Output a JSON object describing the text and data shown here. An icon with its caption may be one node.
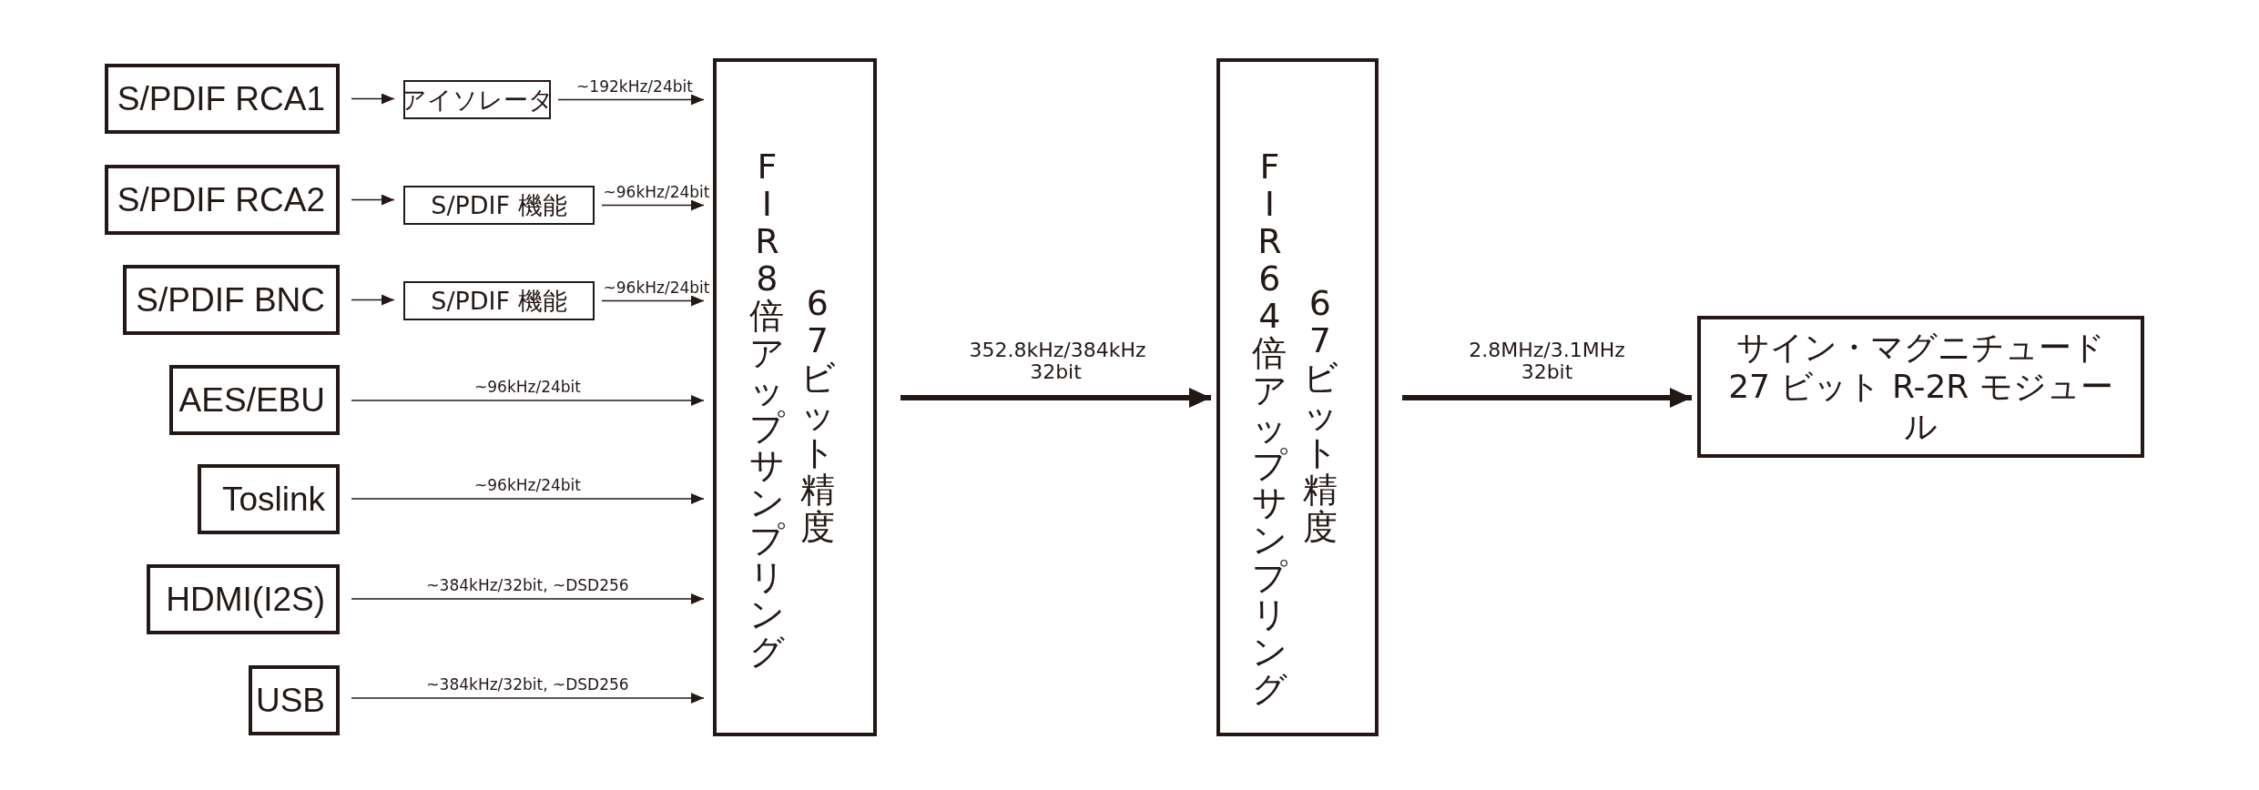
{
  "diagram": {
    "nodes": [
      {
        "text": [
          "S/PDIF RCA1"
        ]
      },
      {
        "text": [
          "S/PDIF RCA2"
        ]
      },
      {
        "text": [
          "S/PDIF BNC"
        ]
      },
      {
        "text": [
          "AES/EBU"
        ]
      },
      {
        "text": [
          "Toslink"
        ]
      },
      {
        "text": [
          "HDMI(I2S)"
        ]
      },
      {
        "text": [
          "USB"
        ]
      },
      {
        "text": [
          "アイソレータ"
        ]
      },
      {
        "text": [
          "S/PDIF 機能"
        ]
      },
      {
        "text": [
          "S/PDIF 機能"
        ]
      },
      {
        "text": [
          "FIR8倍アップサンプリング",
          "67ビット精度"
        ]
      },
      {
        "text": [
          "FIR64倍アップサンプリング",
          "67ビット精度"
        ]
      },
      {
        "text": [
          "サイン・マグニチュード 27 ビット R-2R モジュール"
        ]
      }
    ],
    "edges": [
      {
        "from": 0,
        "to": 7,
        "arrow": "to"
      },
      {
        "from": 7,
        "to": 10,
        "arrow": "to",
        "label": "~192kHz/24bit"
      },
      {
        "from": 1,
        "to": 8,
        "arrow": "to"
      },
      {
        "from": 8,
        "to": 10,
        "arrow": "to",
        "label": "~96kHz/24bit"
      },
      {
        "from": 2,
        "to": 9,
        "arrow": "to"
      },
      {
        "from": 9,
        "to": 10,
        "arrow": "to",
        "label": "~96kHz/24bit"
      },
      {
        "from": 3,
        "to": 10,
        "arrow": "to",
        "label": "~96kHz/24bit"
      },
      {
        "from": 4,
        "to": 10,
        "arrow": "to",
        "label": "~96kHz/24bit"
      },
      {
        "from": 5,
        "to": 10,
        "arrow": "to",
        "label": "~384kHz/32bit, ~DSD256"
      },
      {
        "from": 6,
        "to": 10,
        "arrow": "to",
        "label": "~384kHz/32bit, ~DSD256"
      },
      {
        "from": 10,
        "to": 11,
        "arrow": "to",
        "style": "thick",
        "label": "352.8kHz/384kHz 32bit"
      },
      {
        "from": 11,
        "to": 12,
        "arrow": "to",
        "style": "thick",
        "label": "2.8MHz/3.1MHz 32bit"
      }
    ]
  }
}
